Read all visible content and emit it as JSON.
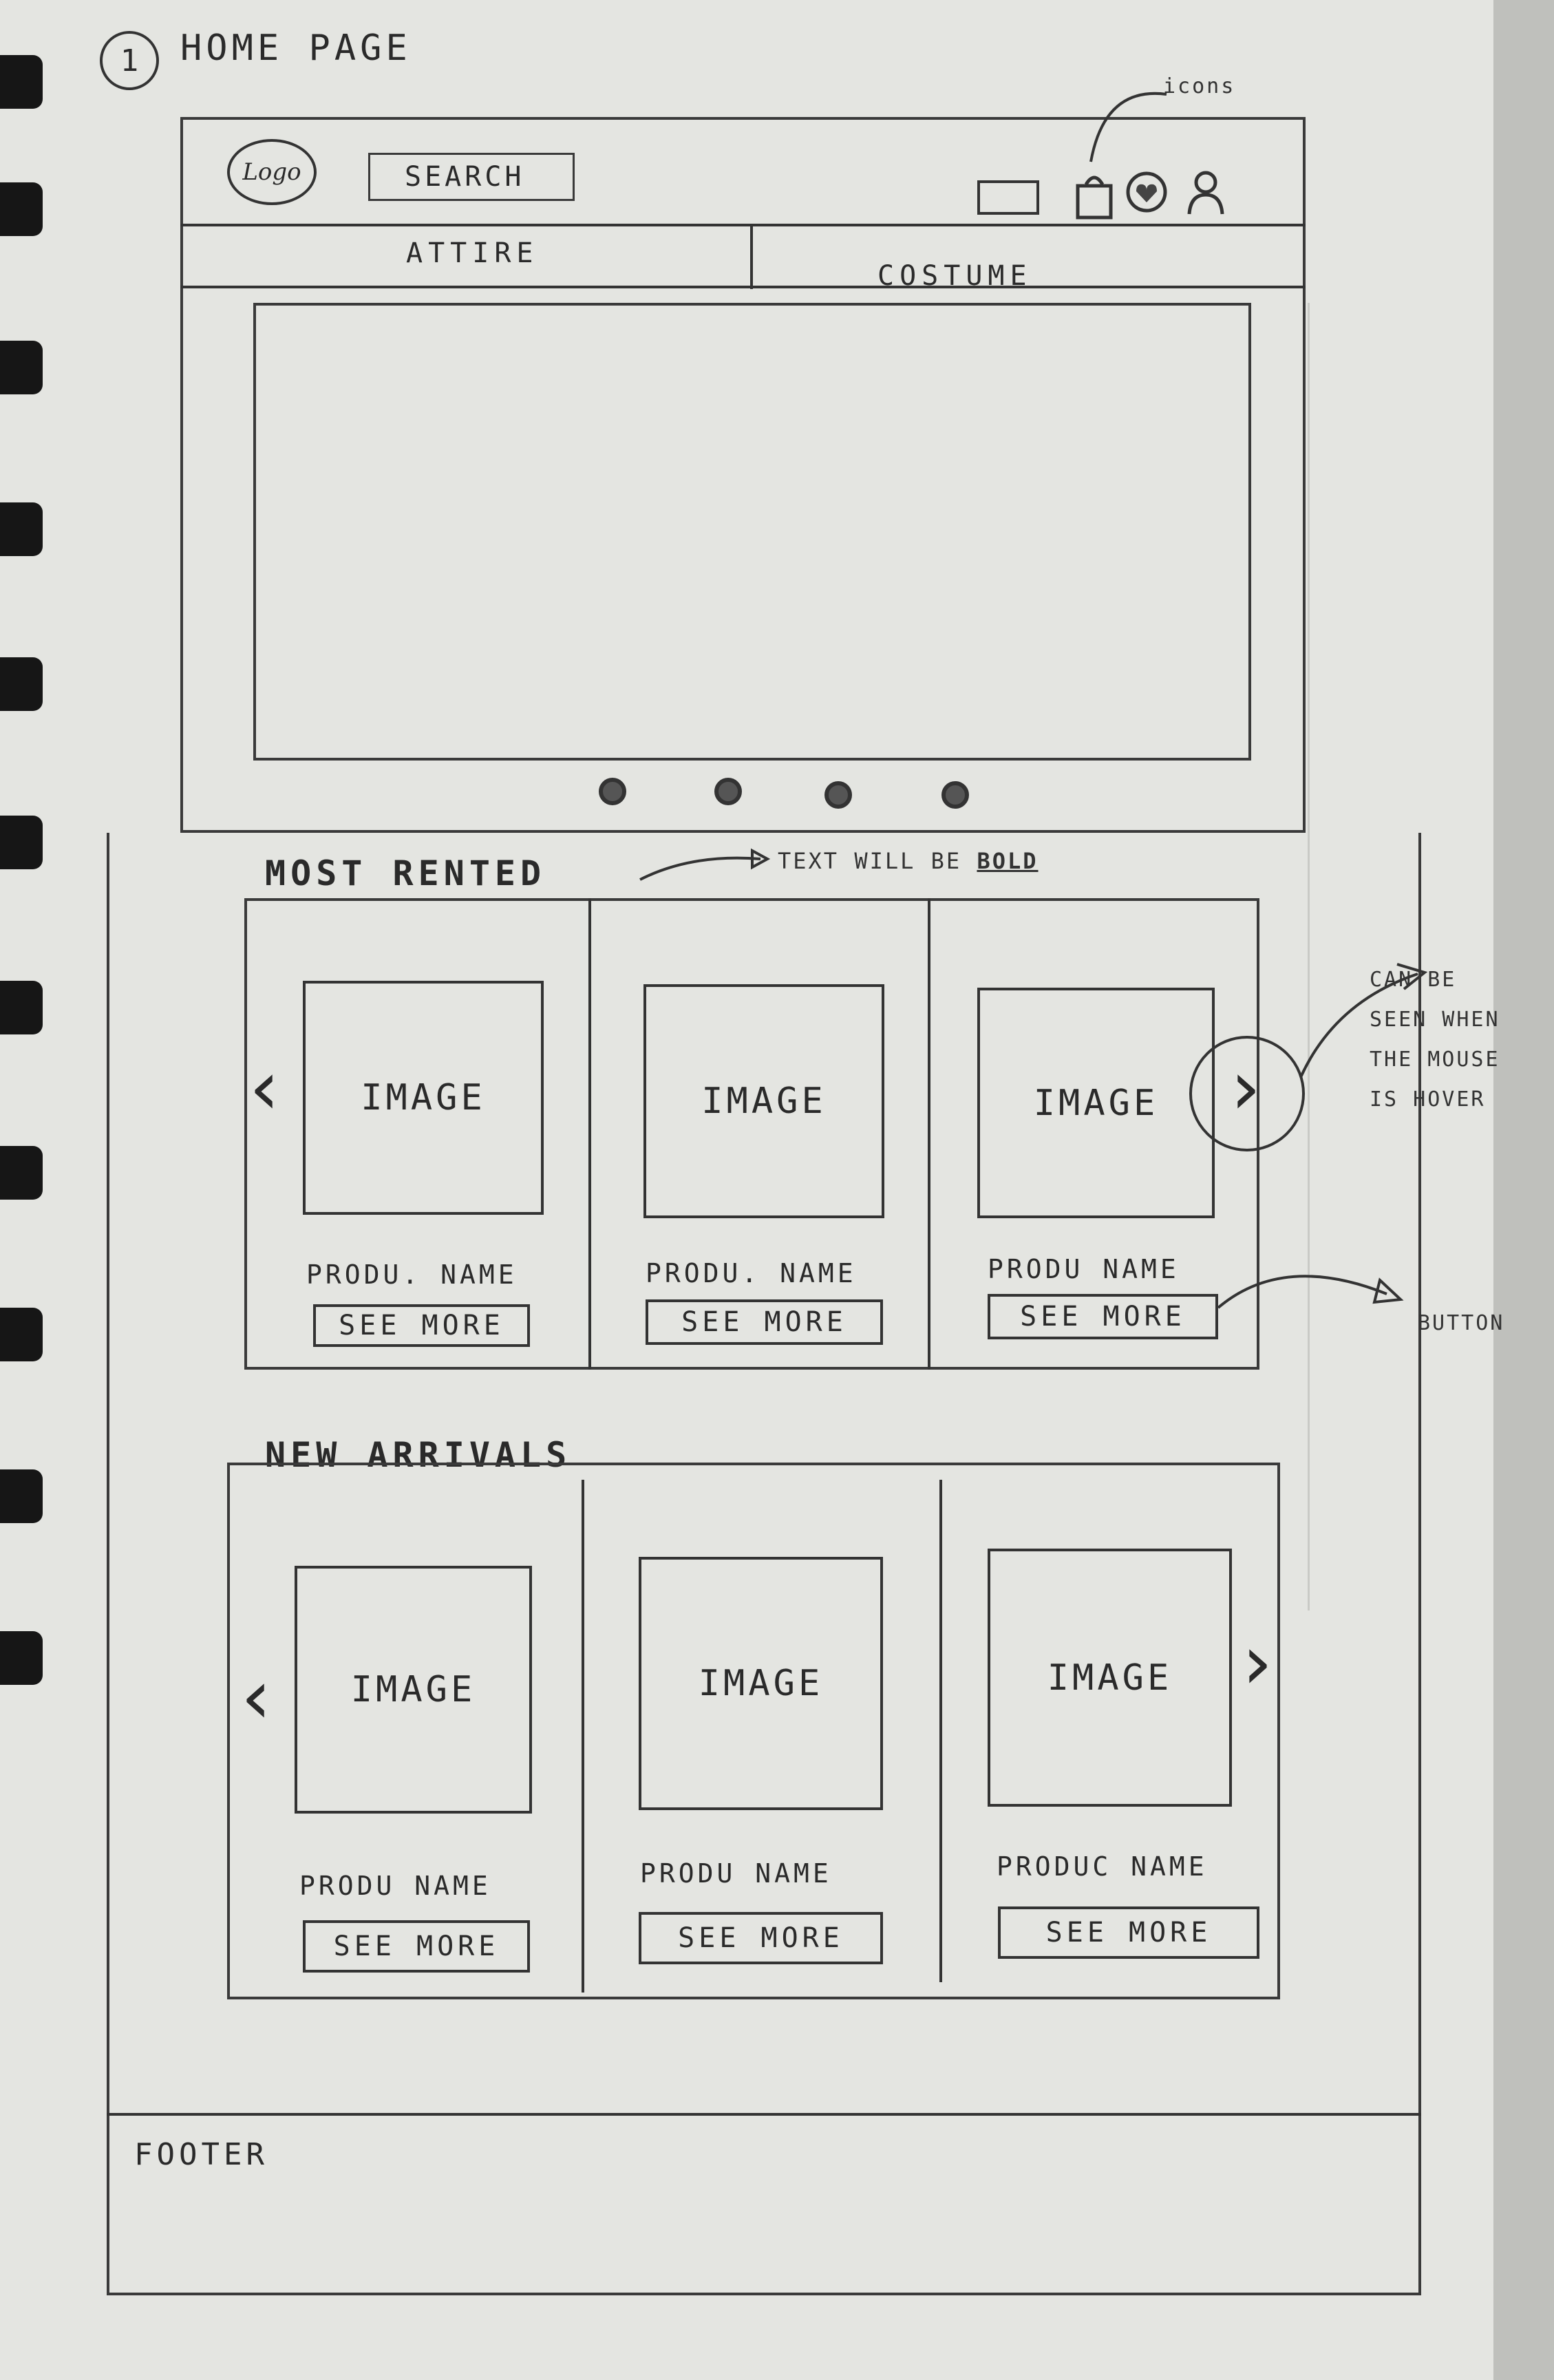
{
  "page_title": "HOME PAGE",
  "page_number": "1",
  "header": {
    "logo": "Logo",
    "search_placeholder": "SEARCH",
    "icons_annotation": "icons",
    "icon_names": [
      "app-icon",
      "basket-icon",
      "heart-icon",
      "user-icon"
    ]
  },
  "nav": {
    "tabs": [
      "ATTIRE",
      "COSTUME"
    ]
  },
  "banner": {
    "dot_count": 4
  },
  "most_rented": {
    "title": "MOST RENTED",
    "annotation_prefix": "TEXT WILL BE",
    "annotation_bold": "BOLD",
    "products": [
      {
        "image": "IMAGE",
        "name": "PRODU. NAME",
        "button": "SEE MORE"
      },
      {
        "image": "IMAGE",
        "name": "PRODU. NAME",
        "button": "SEE MORE"
      },
      {
        "image": "IMAGE",
        "name": "PRODU NAME",
        "button": "SEE MORE"
      }
    ],
    "arrow_note": "can be seen when the mouse is hover",
    "button_note": "BUTTON"
  },
  "new_arrivals": {
    "title": "NEW ARRIVALS",
    "products": [
      {
        "image": "IMAGE",
        "name": "PRODU Name",
        "button": "SEE MORE"
      },
      {
        "image": "IMAGE",
        "name": "PRODU Name",
        "button": "SEE MORE"
      },
      {
        "image": "IMAGE",
        "name": "PRODUC Name",
        "button": "SEE MORE"
      }
    ]
  },
  "footer": {
    "label": "FOOTER"
  },
  "colors": {
    "paper": "#e4e5e1",
    "pencil": "#2a2a2a",
    "rings": "#161616"
  }
}
